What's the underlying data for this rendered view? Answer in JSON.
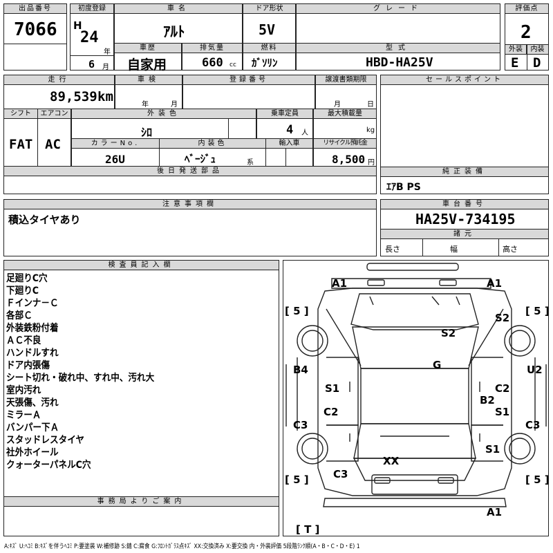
{
  "header": {
    "lot_no_label": "出品番号",
    "lot_no": "7066",
    "first_reg_label": "初度登録",
    "era": "H",
    "year": "24",
    "year_unit": "年",
    "month": "6",
    "month_unit": "月",
    "car_name_label": "車名",
    "car_name": "ｱﾙﾄ",
    "door_label": "ドア形状",
    "door": "5V",
    "grade_label": "グレード",
    "grade": "",
    "score_label": "評価点",
    "score": "2",
    "history_label": "車歴",
    "history": "自家用",
    "displacement_label": "排気量",
    "displacement": "660",
    "displacement_unit": "cc",
    "fuel_label": "燃料",
    "fuel": "ｶﾞｿﾘﾝ",
    "model_label": "型式",
    "model": "HBD-HA25V",
    "ext_label": "外装",
    "ext": "E",
    "int_label": "内装",
    "int": "D"
  },
  "row2": {
    "mileage_label": "走行",
    "mileage": "89,539",
    "mileage_unit": "km",
    "inspection_label": "車検",
    "year_unit": "年",
    "month_unit": "月",
    "reg_no_label": "登録番号",
    "transfer_label": "譲渡書類期限",
    "transfer_month": "月",
    "transfer_day": "日",
    "shift_label": "シフト",
    "shift": "FAT",
    "ac_label": "エアコン",
    "ac": "AC",
    "color_label": "外装色",
    "color": "ｼﾛ",
    "capacity_label": "乗車定員",
    "capacity": "4",
    "capacity_unit": "人",
    "max_load_label": "最大積載量",
    "max_load_unit": "kg",
    "color_no_label": "カラーNo.",
    "color_no": "26U",
    "interior_color_label": "内装色",
    "interior_color": "ﾍﾞｰｼﾞｭ",
    "interior_color_suffix": "系",
    "import_label": "輸入車",
    "recycle_label": "リサイクル預託金",
    "recycle": "8,500",
    "recycle_unit": "円",
    "later_parts_label": "後日発送部品",
    "sales_points_label": "セールスポイント",
    "genuine_label": "純正装備",
    "genuine": "ｴｱB PS"
  },
  "notes": {
    "label": "注意事項欄",
    "text": "積込タイヤあり"
  },
  "chassis": {
    "label": "車台番号",
    "number": "HA25V-734195",
    "dims_label": "諸元",
    "length": "長さ",
    "width": "幅",
    "height": "高さ"
  },
  "inspector": {
    "label": "検査員記入欄",
    "lines": [
      "足廻りC穴",
      "下廻りC",
      "Ｆインナ－Ｃ",
      "各部Ｃ",
      "外装鉄粉付着",
      "ＡＣ不良",
      "ハンドルすれ",
      "ドア内張傷",
      "シート切れ・破れ中、すれ中、汚れ大",
      "室内汚れ",
      "天張傷、汚れ",
      "ミラーＡ",
      "バンパー下Ａ",
      "スタッドレスタイヤ",
      "社外ホイール",
      "クォーターパネルC穴"
    ]
  },
  "office": {
    "label": "事務局よりご案内"
  },
  "diagram": {
    "marks": [
      "A1",
      "A1",
      "S2",
      "S2",
      "G",
      "B4",
      "U2",
      "S1",
      "C2",
      "B2",
      "C2",
      "S1",
      "C3",
      "C3",
      "S1",
      "XX",
      "C3",
      "A1"
    ],
    "tire_labels": [
      "5",
      "5",
      "5",
      "5",
      "T"
    ]
  },
  "legend": "A:ｷｽﾞ U:ﾍｺﾐ B:ｷｽﾞを伴うﾍｺﾐ P:要塗装 W:補修跡 S:錆 C:腐食 G:ﾌﾛﾝﾄｶﾞﾗｽ点ｷｽﾞ XX:交換済み X:要交換 内・外装評価 5段階ﾗﾝｸ順(A・B・C・D・E) 1"
}
